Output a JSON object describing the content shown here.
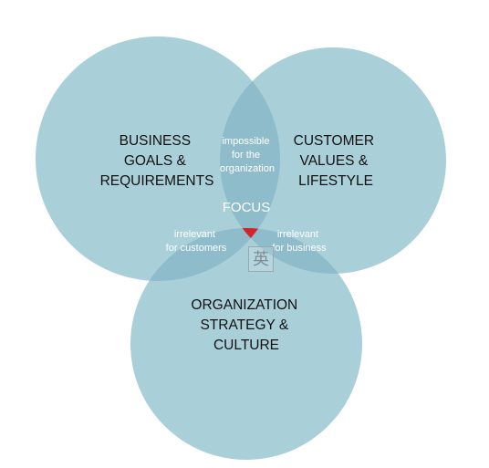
{
  "colors": {
    "circle_fill": "#a9cfd9",
    "overlap_fill": "#8fbcca",
    "focus_red": "#c8101e",
    "focus_highlight": "#ef4a4a",
    "sub_text": "#ffffff",
    "main_text": "#111111"
  },
  "circles": {
    "business": {
      "lines": [
        "BUSINESS",
        "GOALS &",
        "REQUIREMENTS"
      ]
    },
    "customer": {
      "lines": [
        "CUSTOMER",
        "VALUES &",
        "LIFESTYLE"
      ]
    },
    "organization": {
      "lines": [
        "ORGANIZATION",
        "STRATEGY &",
        "CULTURE"
      ]
    }
  },
  "overlaps": {
    "business_customer": {
      "lines": [
        "impossible",
        "for the",
        "organization"
      ]
    },
    "business_organization": {
      "lines": [
        "irrelevant",
        "for customers"
      ]
    },
    "customer_organization": {
      "lines": [
        "irrelevant",
        "for business"
      ]
    }
  },
  "focus": {
    "label": "FOCUS"
  },
  "watermark": {
    "glyph": "英",
    "icon": "stamp-icon"
  }
}
